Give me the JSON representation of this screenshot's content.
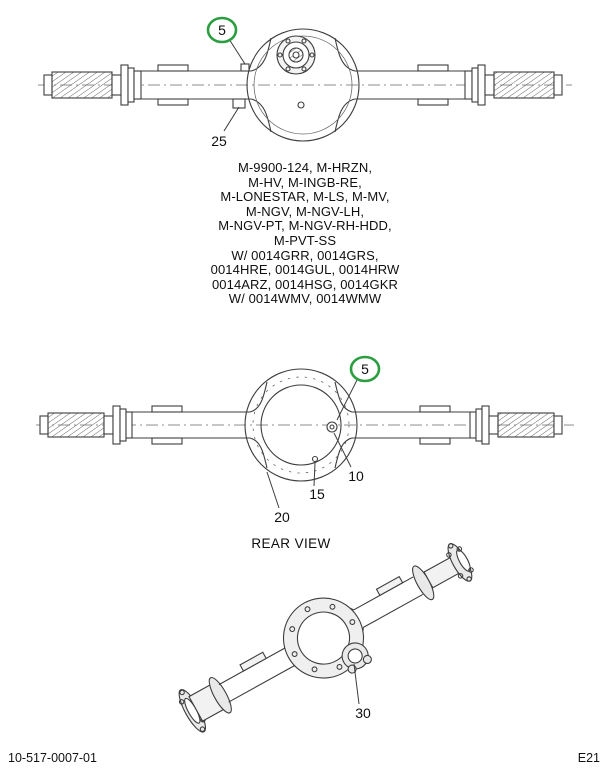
{
  "colors": {
    "highlight_green": "#2b9e3f",
    "drawing_line": "#3d3d3d",
    "background": "#ffffff"
  },
  "applicability": {
    "lines": [
      "M-9900-124, M-HRZN,",
      "M-HV, M-INGB-RE,",
      "M-LONESTAR, M-LS, M-MV,",
      "M-NGV, M-NGV-LH,",
      "M-NGV-PT, M-NGV-RH-HDD,",
      "M-PVT-SS",
      "W/ 0014GRR, 0014GRS,",
      "0014HRE, 0014GUL, 0014HRW",
      "0014ARZ, 0014HSG, 0014GKR",
      "W/ 0014WMV, 0014WMW"
    ]
  },
  "diagrams": {
    "front_view": {
      "callouts": [
        {
          "label": "5",
          "highlighted": true
        },
        {
          "label": "25",
          "highlighted": false
        }
      ]
    },
    "rear_view": {
      "caption": "REAR VIEW",
      "callouts": [
        {
          "label": "5",
          "highlighted": true
        },
        {
          "label": "10",
          "highlighted": false
        },
        {
          "label": "15",
          "highlighted": false
        },
        {
          "label": "20",
          "highlighted": false
        }
      ]
    },
    "isometric_view": {
      "callouts": [
        {
          "label": "30",
          "highlighted": false
        }
      ]
    }
  },
  "footer": {
    "left_code": "10-517-0007-01",
    "right_code": "E21"
  }
}
